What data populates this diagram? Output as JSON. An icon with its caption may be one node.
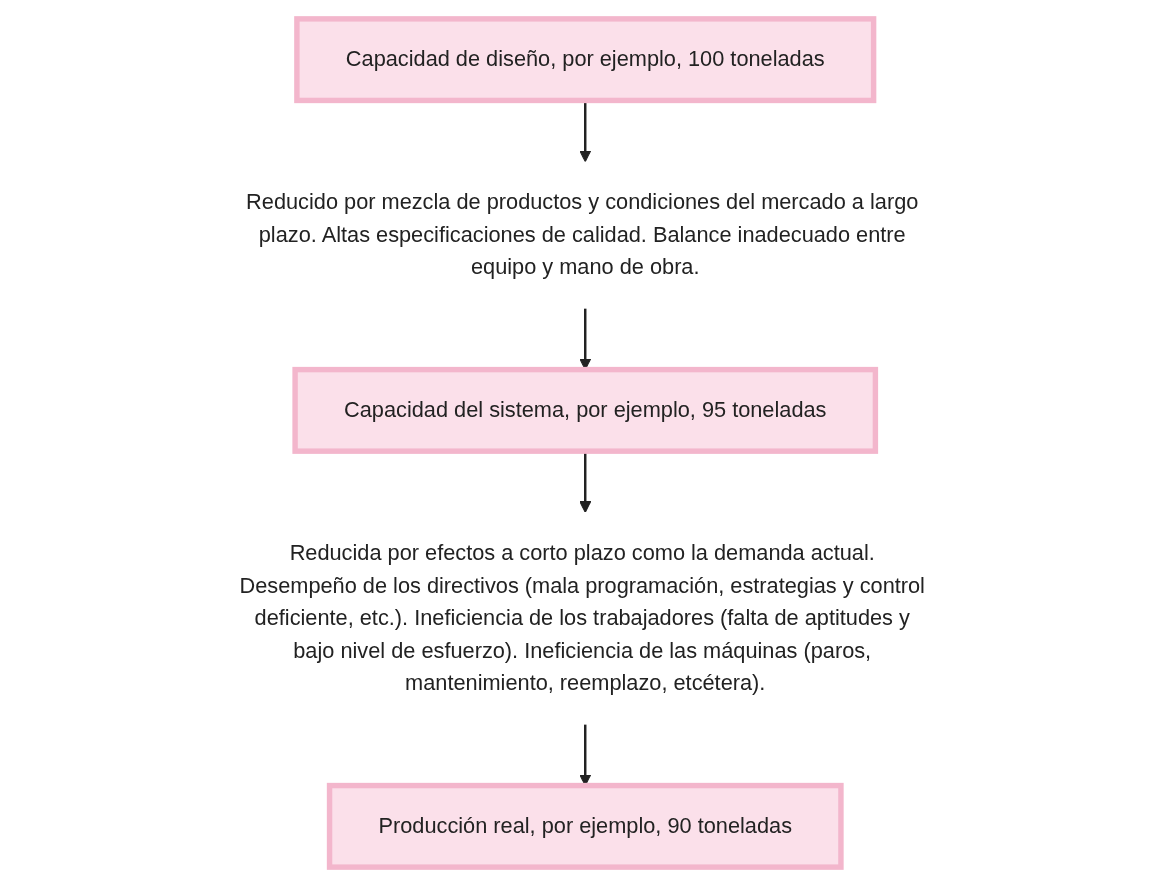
{
  "diagram": {
    "nodes": [
      {
        "text": [
          "Capacidad de diseño, por ejemplo, 100 toneladas"
        ]
      },
      {
        "text": [
          "Reducido por mezcla de productos y condiciones del mercado a largo plazo. Altas especificaciones de calidad. Balance inadecuado entre equipo y mano de obra."
        ]
      },
      {
        "text": [
          "Capacidad del sistema, por ejemplo, 95 toneladas"
        ]
      },
      {
        "text": [
          "Reducida por efectos a corto plazo como la demanda actual. Desempeño de los directivos (mala programación, estrategias y control deficiente, etc.). Ineficiencia de los trabajadores (falta de aptitudes y bajo nivel de esfuerzo). Ineficiencia de las máquinas (paros, mantenimiento, reemplazo, etcétera)."
        ]
      },
      {
        "text": [
          "Producción real, por ejemplo, 90 toneladas"
        ]
      }
    ],
    "edges": [
      {
        "from": 0,
        "to": 1,
        "arrow": "to"
      },
      {
        "from": 1,
        "to": 2,
        "arrow": "to"
      },
      {
        "from": 2,
        "to": 3,
        "arrow": "to"
      },
      {
        "from": 3,
        "to": 4,
        "arrow": "to"
      }
    ]
  }
}
